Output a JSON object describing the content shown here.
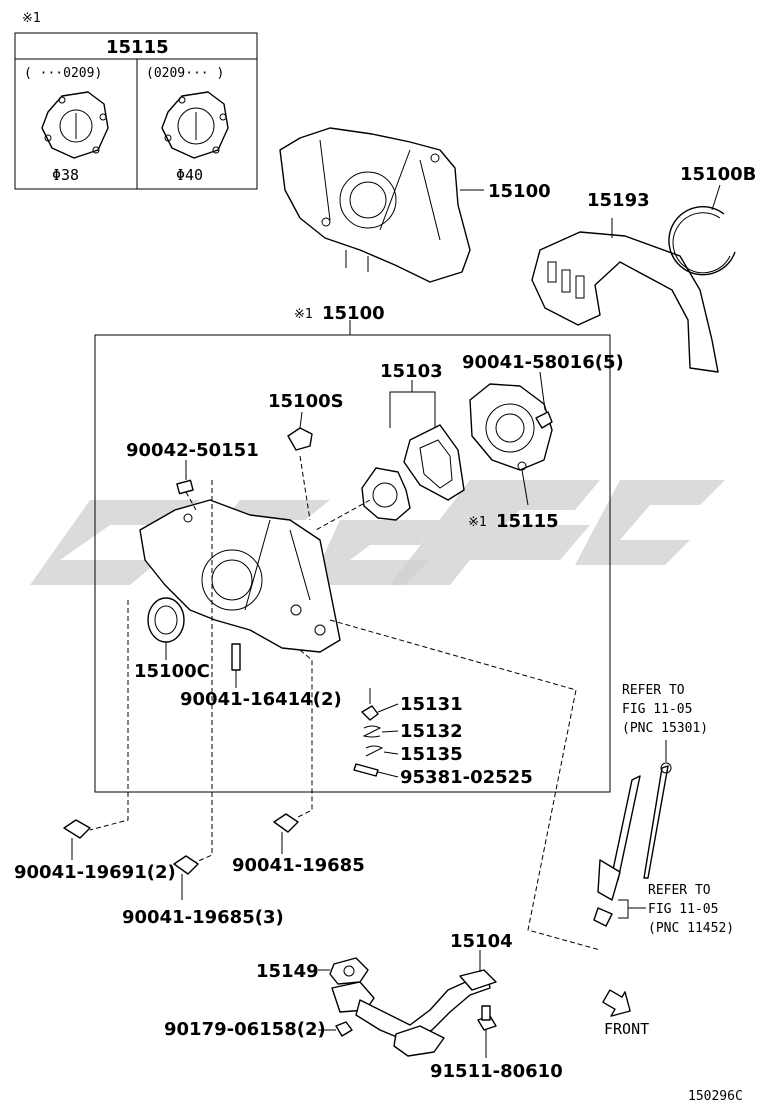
{
  "note_mark": "※1",
  "inset": {
    "part": "15115",
    "left_range": "(      ···0209)",
    "right_range": "(0209···      )",
    "left_size": "Φ38",
    "right_size": "Φ40"
  },
  "labels": {
    "p15100_top": "15100",
    "p15193": "15193",
    "p15100B": "15100B",
    "box_title_mark": "※1",
    "box_title": "15100",
    "p15103": "15103",
    "p90041_58016": "90041-58016(5)",
    "p15100S": "15100S",
    "p90042_50151": "90042-50151",
    "p15115_mark": "※1",
    "p15115": "15115",
    "p15100C": "15100C",
    "p90041_16414": "90041-16414(2)",
    "p15131": "15131",
    "p15132": "15132",
    "p15135": "15135",
    "p95381_02525": "95381-02525",
    "p90041_19691": "90041-19691(2)",
    "p90041_19685a": "90041-19685",
    "p90041_19685b": "90041-19685(3)",
    "p15104": "15104",
    "p15149": "15149",
    "p90179_06158": "90179-06158(2)",
    "p91511_80610": "91511-80610",
    "front": "FRONT",
    "diagram_id": "150296C"
  },
  "refs": [
    {
      "line1": "REFER TO",
      "line2": "FIG 11-05",
      "line3": "(PNC 15301)"
    },
    {
      "line1": "REFER TO",
      "line2": "FIG 11-05",
      "line3": "(PNC 11452)"
    }
  ]
}
